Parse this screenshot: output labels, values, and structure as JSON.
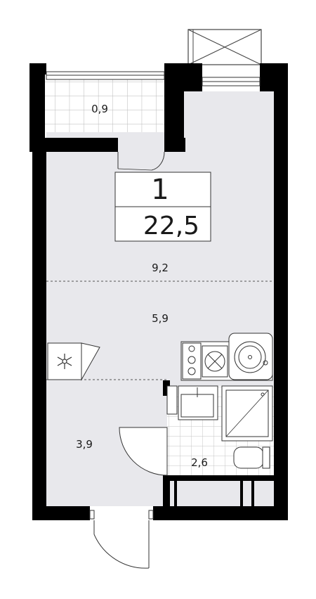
{
  "apartment": {
    "room_count": "1",
    "total_area": "22,5"
  },
  "rooms": {
    "balcony": "0,9",
    "living": "9,2",
    "kitchen": "5,9",
    "hallway": "3,9",
    "bathroom": "2,6"
  },
  "colors": {
    "wall": "#000000",
    "floor": "#e8e8ec",
    "tile": "#ffffff",
    "grid_line": "#b9b9b9"
  }
}
